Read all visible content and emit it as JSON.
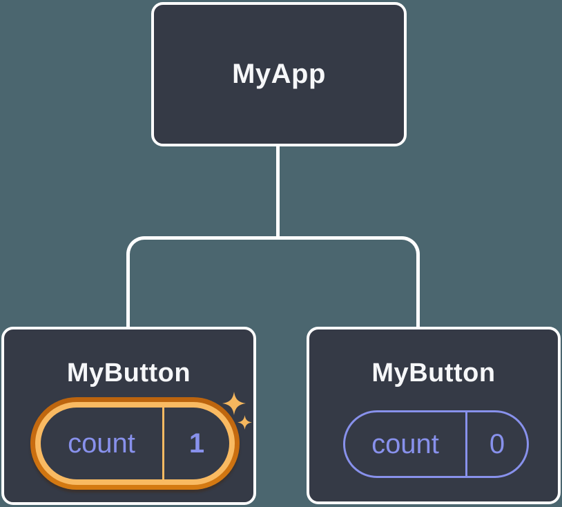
{
  "tree": {
    "root": {
      "label": "MyApp"
    },
    "children": [
      {
        "label": "MyButton",
        "state": {
          "name": "count",
          "value": "1"
        },
        "highlighted": true,
        "icon": "sparkles-icon"
      },
      {
        "label": "MyButton",
        "state": {
          "name": "count",
          "value": "0"
        },
        "highlighted": false
      }
    ]
  },
  "colors": {
    "background": "#4b666f",
    "node_fill": "#353a46",
    "node_border": "#ffffff",
    "connector": "#ffffff",
    "text_primary": "#f6f7f9",
    "state_purple": "#8891ec",
    "highlight_orange_outer": "#c96d10",
    "highlight_orange_inner": "#f9ba62",
    "sparkle": "#f5b75e"
  }
}
